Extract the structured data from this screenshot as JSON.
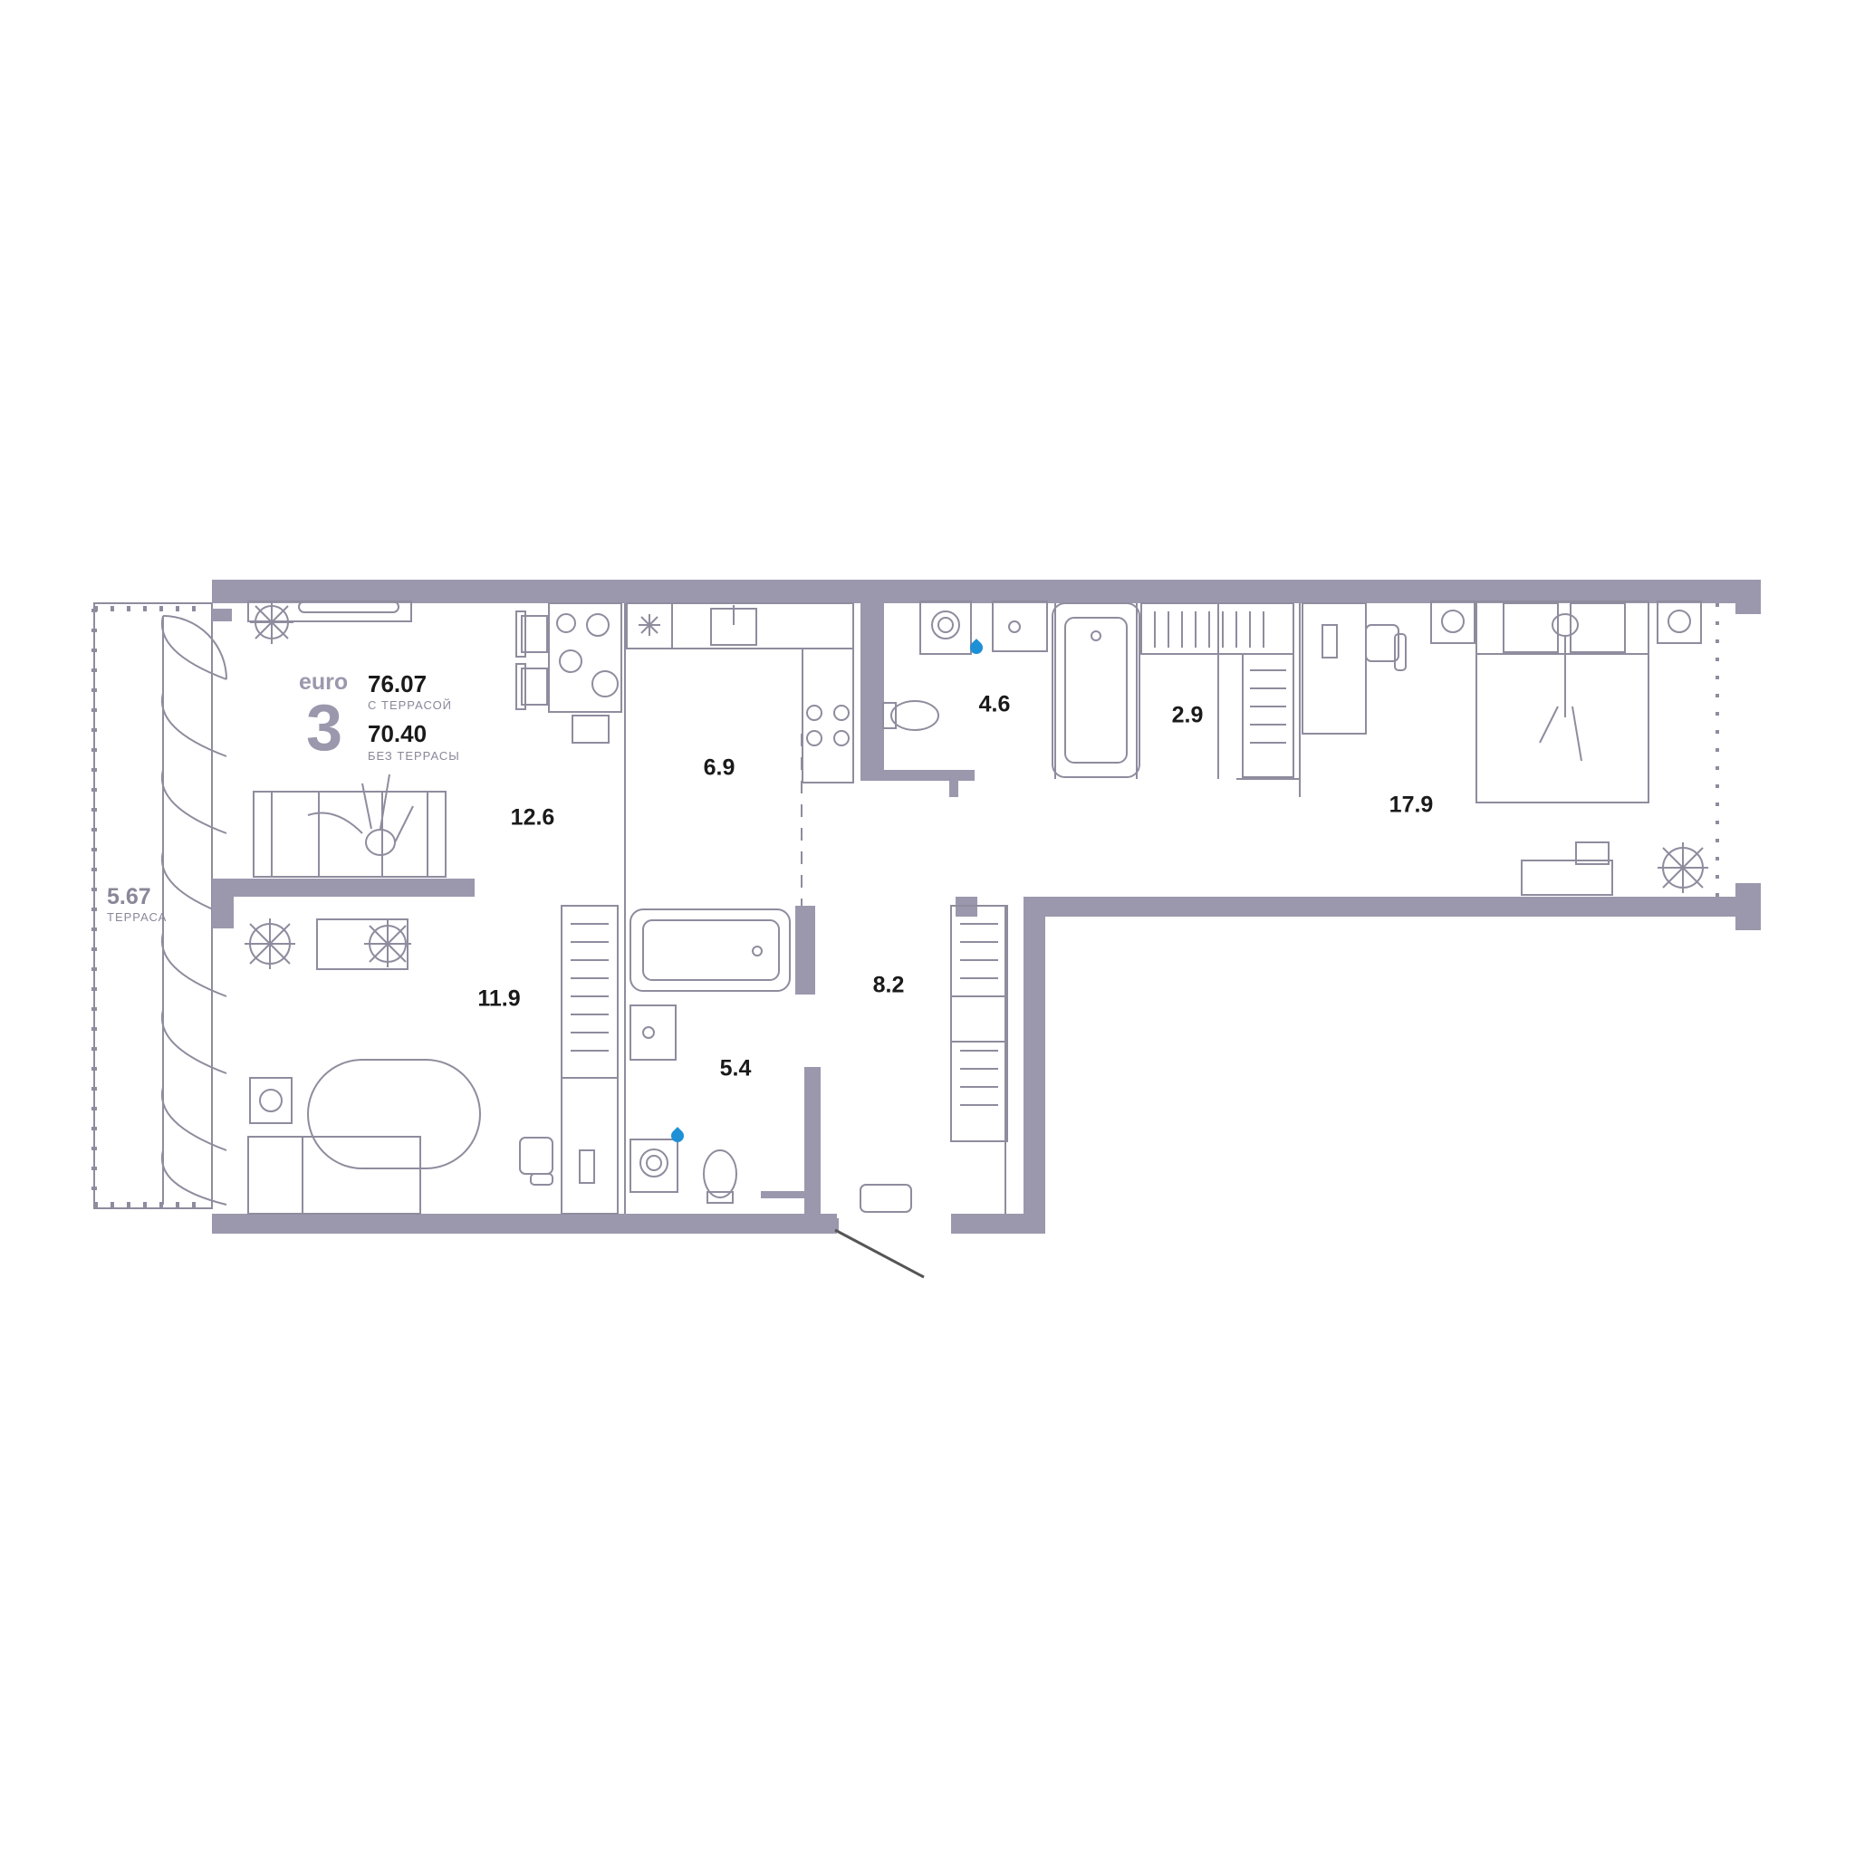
{
  "apartment": {
    "type_label": "euro",
    "rooms": "3",
    "area_with_terrace": "76.07",
    "area_with_terrace_note": "С ТЕРРАСОЙ",
    "area_without_terrace": "70.40",
    "area_without_terrace_note": "БЕЗ ТЕРРАСЫ"
  },
  "terrace": {
    "area": "5.67",
    "name": "ТЕРРАСА"
  },
  "rooms": [
    {
      "id": "living",
      "area": "12.6"
    },
    {
      "id": "kitchen",
      "area": "6.9"
    },
    {
      "id": "bathroom-1",
      "area": "4.6"
    },
    {
      "id": "wardrobe",
      "area": "2.9"
    },
    {
      "id": "bedroom",
      "area": "17.9"
    },
    {
      "id": "room-2",
      "area": "11.9"
    },
    {
      "id": "hall",
      "area": "8.2"
    },
    {
      "id": "bathroom-2",
      "area": "5.4"
    }
  ],
  "colors": {
    "wall": "#9b98ad",
    "line": "#8f8c9e",
    "water": "#1e90d6",
    "text": "#1a1a1a"
  },
  "icons": [
    "plant-icon",
    "tv-icon",
    "sofa-icon",
    "person-icon",
    "bed-icon",
    "bathtub-icon",
    "toilet-icon",
    "sink-icon",
    "washing-machine-icon",
    "stove-icon",
    "fridge-icon",
    "chair-icon",
    "desk-icon",
    "wardrobe-icon",
    "water-drop-icon",
    "entrance-door-icon"
  ]
}
